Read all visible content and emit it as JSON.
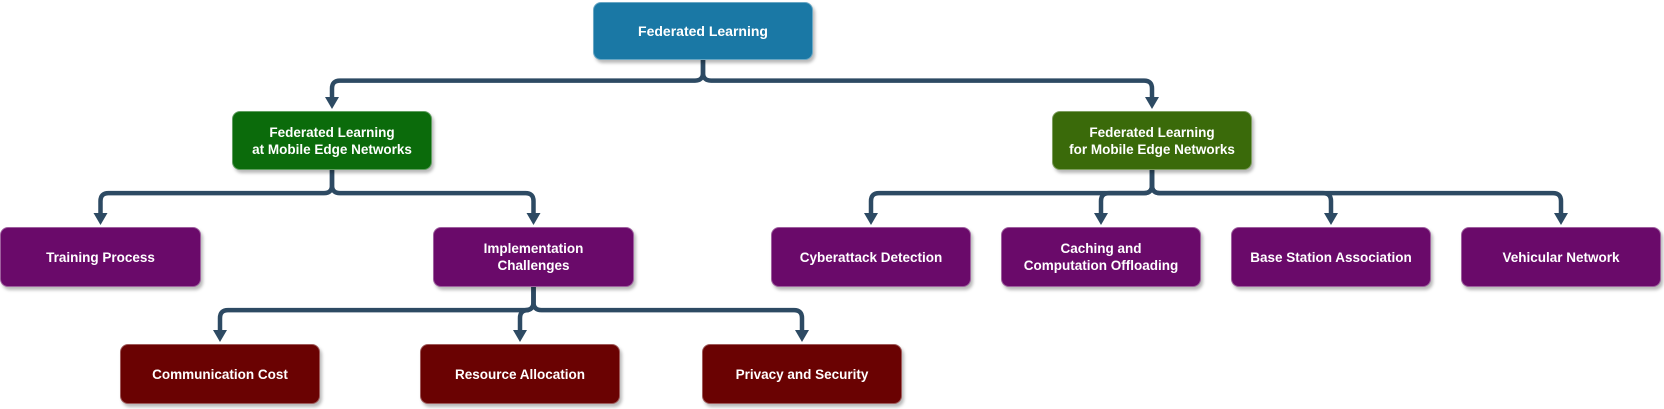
{
  "colors": {
    "root": "#1a78a5",
    "green_dark": "#0b6b0b",
    "green_olive": "#3a6a0a",
    "purple": "#6a0a6a",
    "maroon": "#6a0202",
    "edge": "#2d4a63"
  },
  "nodes": {
    "root": "Federated Learning",
    "fl_at_edge": "Federated Learning\nat Mobile Edge Networks",
    "fl_for_edge": "Federated Learning\nfor Mobile Edge Networks",
    "training": "Training Process",
    "challenges": "Implementation\nChallenges",
    "cyberattack": "Cyberattack Detection",
    "caching": "Caching and\nComputation Offloading",
    "base_station": "Base Station Association",
    "vehicular": "Vehicular Network",
    "comm_cost": "Communication Cost",
    "resource": "Resource Allocation",
    "privacy": "Privacy and Security"
  },
  "edges": [
    [
      "root",
      "fl_at_edge"
    ],
    [
      "root",
      "fl_for_edge"
    ],
    [
      "fl_at_edge",
      "training"
    ],
    [
      "fl_at_edge",
      "challenges"
    ],
    [
      "challenges",
      "comm_cost"
    ],
    [
      "challenges",
      "resource"
    ],
    [
      "challenges",
      "privacy"
    ],
    [
      "fl_for_edge",
      "cyberattack"
    ],
    [
      "fl_for_edge",
      "caching"
    ],
    [
      "fl_for_edge",
      "base_station"
    ],
    [
      "fl_for_edge",
      "vehicular"
    ]
  ]
}
